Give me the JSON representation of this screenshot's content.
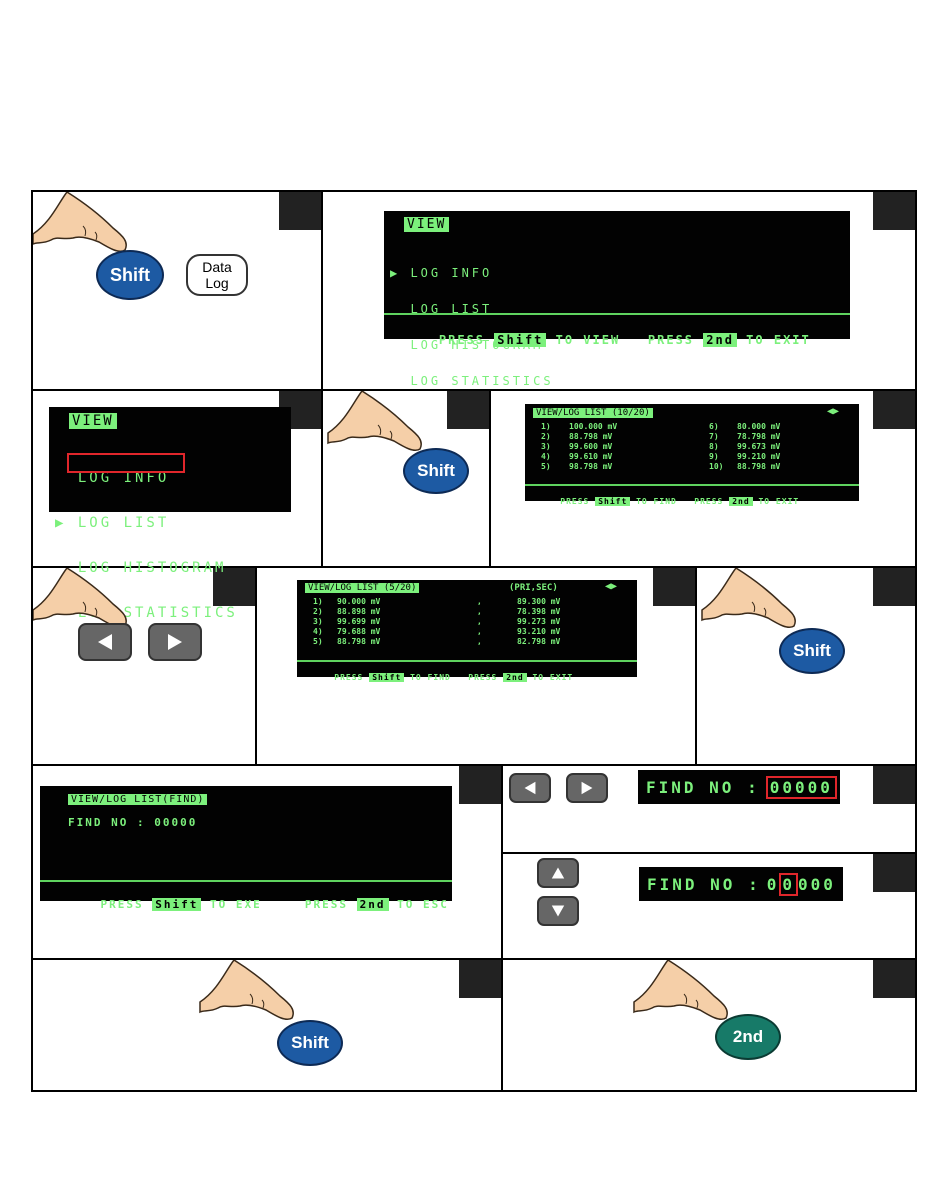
{
  "buttons": {
    "shift": "Shift",
    "second": "2nd",
    "data_log_line1": "Data",
    "data_log_line2": "Log"
  },
  "view_menu": {
    "title": "VIEW",
    "items": [
      "LOG INFO",
      "LOG LIST",
      "LOG HISTOGRAM",
      "LOG STATISTICS"
    ],
    "footer": {
      "press1": "PRESS",
      "shift": "Shift",
      "to_view": "TO VIEW",
      "press2": "PRESS",
      "second": "2nd",
      "to_exit": "TO EXIT"
    }
  },
  "log_list_10": {
    "title": "VIEW/LOG LIST (10/20)",
    "left_idx": [
      "1)",
      "2)",
      "3)",
      "4)",
      "5)"
    ],
    "left_vals": [
      "100.000 mV",
      "88.798 mV",
      "99.600 mV",
      "99.610 mV",
      "98.798 mV"
    ],
    "right_idx": [
      "6)",
      "7)",
      "8)",
      "9)",
      "10)"
    ],
    "right_vals": [
      "80.000 mV",
      "78.798 mV",
      "99.673 mV",
      "99.210 mV",
      "88.798 mV"
    ],
    "footer": {
      "press1": "PRESS",
      "shift": "Shift",
      "to_find": "TO FIND",
      "press2": "PRESS",
      "second": "2nd",
      "to_exit": "TO EXIT"
    }
  },
  "log_list_5": {
    "title": "VIEW/LOG LIST (5/20)",
    "subtitle": "(PRI,SEC)",
    "idx": [
      "1)",
      "2)",
      "3)",
      "4)",
      "5)"
    ],
    "pri": [
      "90.000 mV",
      "88.898 mV",
      "99.699 mV",
      "79.688 mV",
      "88.798 mV"
    ],
    "sep": [
      ",",
      ",",
      ",",
      ",",
      ","
    ],
    "sec": [
      "89.300 mV",
      "78.398 mV",
      "99.273 mV",
      "93.210 mV",
      "82.798 mV"
    ],
    "footer": {
      "press1": "PRESS",
      "shift": "Shift",
      "to_find": "TO FIND",
      "press2": "PRESS",
      "second": "2nd",
      "to_exit": "TO EXIT"
    }
  },
  "find_screen": {
    "title": "VIEW/LOG LIST(FIND)",
    "find_label": "FIND NO : 00000",
    "footer": {
      "press1": "PRESS",
      "shift": "Shift",
      "to_exe": "TO EXE",
      "press2": "PRESS",
      "second": "2nd",
      "to_esc": "TO ESC"
    }
  },
  "find_field": {
    "label": "FIND NO :",
    "value": "00000",
    "digit_first": "0",
    "digit_selected": "0",
    "digits_rest": "000"
  },
  "colors": {
    "lcd_green": "#7cf07c",
    "lcd_bg": "#020202",
    "shift_blue": "#1d5aa3",
    "second_green": "#177a68",
    "highlight_red": "#e0262b"
  }
}
